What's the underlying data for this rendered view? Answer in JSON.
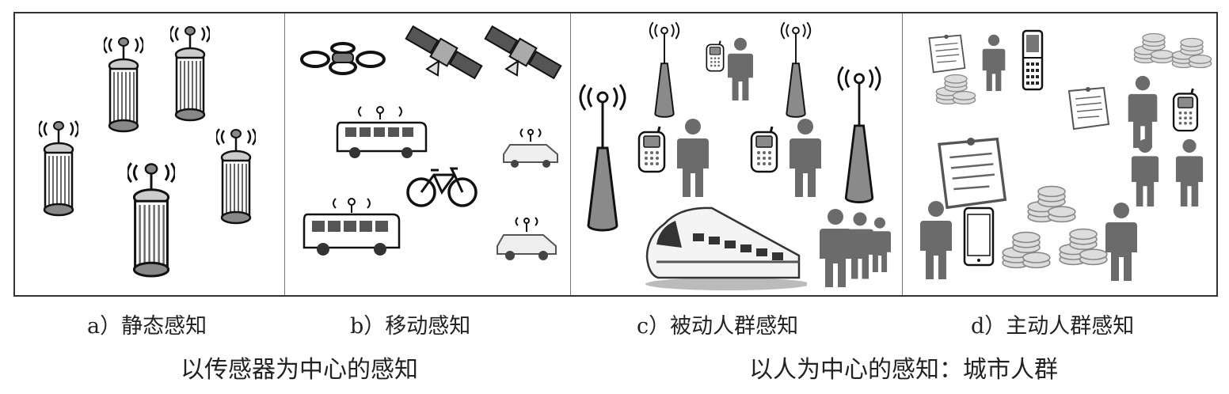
{
  "panels": [
    {
      "id": "a",
      "caption": "a）静态感知"
    },
    {
      "id": "b",
      "caption": "b）移动感知"
    },
    {
      "id": "c",
      "caption": "c）被动人群感知"
    },
    {
      "id": "d",
      "caption": "d）主动人群感知"
    }
  ],
  "groups": [
    {
      "caption": "以传感器为中心的感知"
    },
    {
      "caption": "以人为中心的感知：城市人群"
    }
  ],
  "colors": {
    "icon_fill": "#6b6b6b",
    "icon_light": "#d0d0d0",
    "stroke": "#111111",
    "frame": "#333333"
  }
}
